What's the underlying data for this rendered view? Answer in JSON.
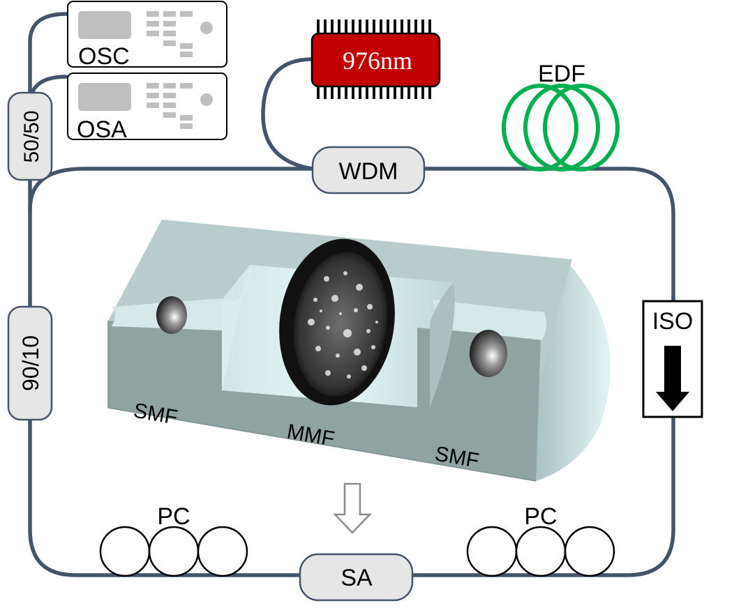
{
  "instruments": {
    "osc_label": "OSC",
    "osa_label": "OSA"
  },
  "pump": {
    "label": "976nm",
    "color": "#c00000"
  },
  "components": {
    "coupler_top": "50/50",
    "coupler_side": "90/10",
    "wdm": "WDM",
    "edf": "EDF",
    "iso": "ISO",
    "pc_left": "PC",
    "pc_right": "PC",
    "sa": "SA"
  },
  "sa_structure": {
    "smf_left": "SMF",
    "mmf": "MMF",
    "smf_right": "SMF"
  },
  "colors": {
    "fiber": "#44546a",
    "edf_coil": "#00b050",
    "component_fill": "#e7e6e6",
    "block_face": "#8fa3a1",
    "block_top": "#b9cccc"
  }
}
